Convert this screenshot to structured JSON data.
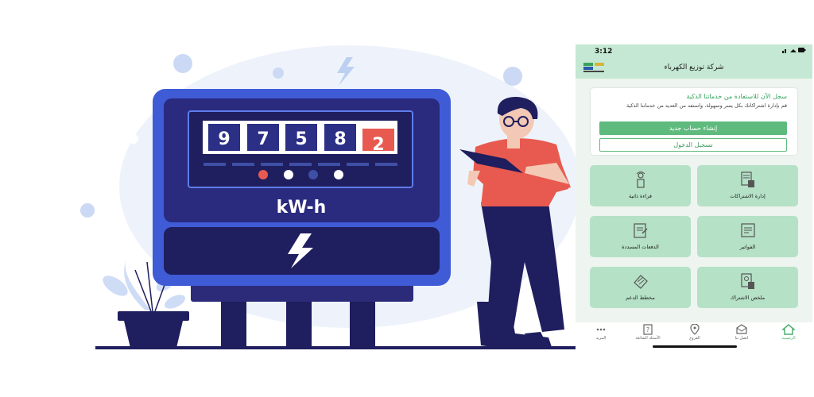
{
  "colors": {
    "accent": "#5eba7d",
    "tile": "#b5e1c6",
    "header": "#c4e8d3",
    "meter_blue": "#3f5bd6",
    "meter_navy": "#1f1e5e",
    "digit_red": "#e85a4f"
  },
  "illustration": {
    "meter_digits": [
      "9",
      "7",
      "5",
      "8",
      "2"
    ],
    "meter_unit": "kW-h",
    "icons": [
      "lightning-icon",
      "plant",
      "person-with-tablet"
    ]
  },
  "phone": {
    "status": {
      "time": "3:12",
      "indicators": "signal wifi battery"
    },
    "header": {
      "title": "شركة توزيع الكهرباء",
      "logo": "company-logo"
    },
    "welcome": {
      "headline": "سجل الآن للاستفادة من خدماتنا الذكية",
      "description": "قم بإدارة اشتراكاتك بكل يسر وسهولة، واستفد من العديد من خدماتنا الذكية",
      "register_label": "إنشاء حساب جديد",
      "login_label": "تسجيل الدخول"
    },
    "tiles": [
      {
        "label": "إدارة الاشتراكات",
        "icon": "subscription-management-icon"
      },
      {
        "label": "قراءة ذاتية",
        "icon": "meter-reading-icon"
      },
      {
        "label": "الفواتير",
        "icon": "invoice-icon"
      },
      {
        "label": "الدفعات المسددة",
        "icon": "paid-payments-icon"
      },
      {
        "label": "ملخص الاشتراك",
        "icon": "subscription-summary-icon"
      },
      {
        "label": "مخطط الدعم",
        "icon": "support-chart-icon"
      }
    ],
    "bottom_nav": [
      {
        "label": "الرئيسية",
        "icon": "home-icon",
        "active": true
      },
      {
        "label": "اتصل بنا",
        "icon": "contact-icon"
      },
      {
        "label": "الفروع",
        "icon": "location-icon"
      },
      {
        "label": "الأسئلة الشائعة",
        "icon": "faq-icon"
      },
      {
        "label": "المزيد",
        "icon": "more-icon"
      }
    ]
  }
}
